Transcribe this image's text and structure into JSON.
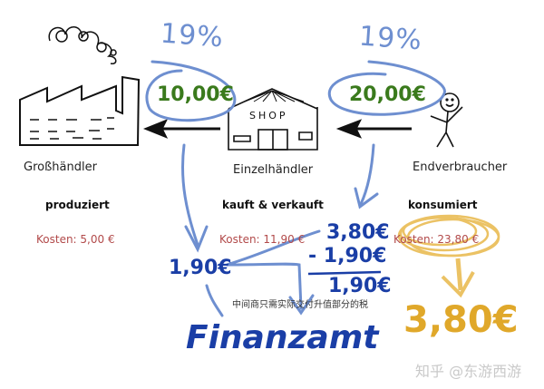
{
  "diagram": {
    "actors": [
      {
        "name": "Großhändler",
        "verb": "produziert",
        "cost": "Kosten: 5,00 €"
      },
      {
        "name": "Einzelhändler",
        "verb": "kauft & verkauft",
        "cost": "Kosten: 11,90 €",
        "shop_sign": "SHOP"
      },
      {
        "name": "Endverbraucher",
        "verb": "konsumiert",
        "cost": "Kosten: 23,80 €"
      }
    ],
    "tax_rates": [
      "19%",
      "19%"
    ],
    "prices": [
      "10,00€",
      "20,00€"
    ],
    "tax_from_wholesaler": "1,90€",
    "calculation": {
      "line1": "3,80€",
      "line2": "- 1,90€",
      "result": "1,90€"
    },
    "tax_office": "Finanzamt",
    "consumer_tax": "3,80€",
    "note": "中间商只需实际交付升值部分的税",
    "watermark": "知乎 @东游西游",
    "colors": {
      "blue_stroke": "#6e8fd0",
      "blue_text": "#1a3ea6",
      "green_price": "#3a7a1c",
      "cost_red": "#b24a4a",
      "gold": "#e0a82a"
    }
  }
}
